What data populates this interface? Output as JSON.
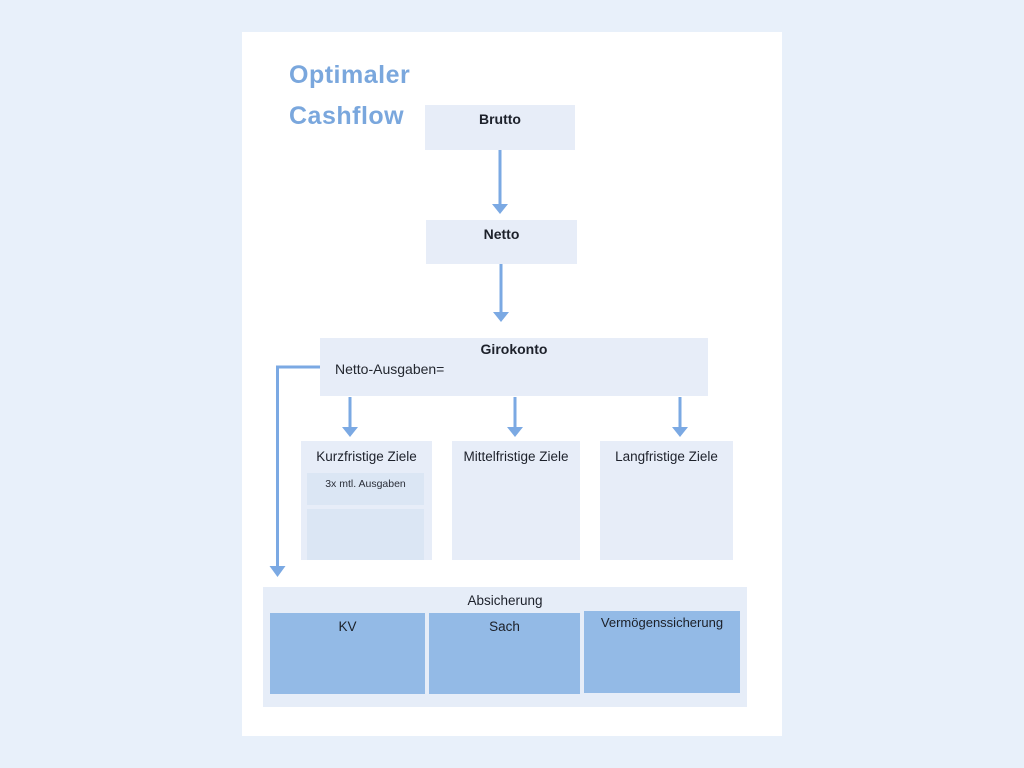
{
  "palette": {
    "page_background": "#e8f0fa",
    "card_background": "#ffffff",
    "box_light": "#e7edf8",
    "box_inner": "#dbe6f4",
    "box_dark": "#93bae6",
    "arrow": "#7ba9e3",
    "title_text": "#7aa7dd",
    "label_text": "#1d212b"
  },
  "title": {
    "line1": "Optimaler",
    "line2": "Cashflow"
  },
  "flow": {
    "brutto_label": "Brutto",
    "netto_label": "Netto",
    "girokonto_label": "Girokonto",
    "girokonto_note": "Netto-Ausgaben=",
    "goals": [
      {
        "label": "Kurzfristige Ziele",
        "sub1": "3x mtl. Ausgaben"
      },
      {
        "label": "Mittelfristige Ziele"
      },
      {
        "label": "Langfristige Ziele"
      }
    ],
    "absicherung_label": "Absicherung",
    "absicherung_items": [
      {
        "label": "KV"
      },
      {
        "label": "Sach"
      },
      {
        "label": "Vermögenssicherung"
      }
    ]
  }
}
